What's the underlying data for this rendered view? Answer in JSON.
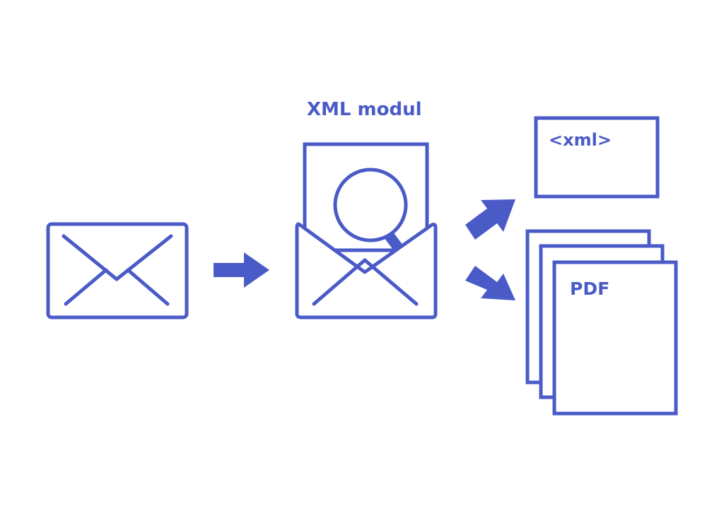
{
  "colors": {
    "accent": "#4a5bc8",
    "background": "#ffffff"
  },
  "labels": {
    "module": "XML modul",
    "xml_output": "<xml>",
    "pdf_output": "PDF"
  },
  "icons": {
    "input": "envelope-icon",
    "module": "open-envelope-magnifier-icon",
    "xml_output": "xml-document-icon",
    "pdf_output": "pdf-document-stack-icon",
    "arrows": [
      "arrow-right-icon",
      "arrow-up-right-icon",
      "arrow-down-right-icon"
    ]
  }
}
